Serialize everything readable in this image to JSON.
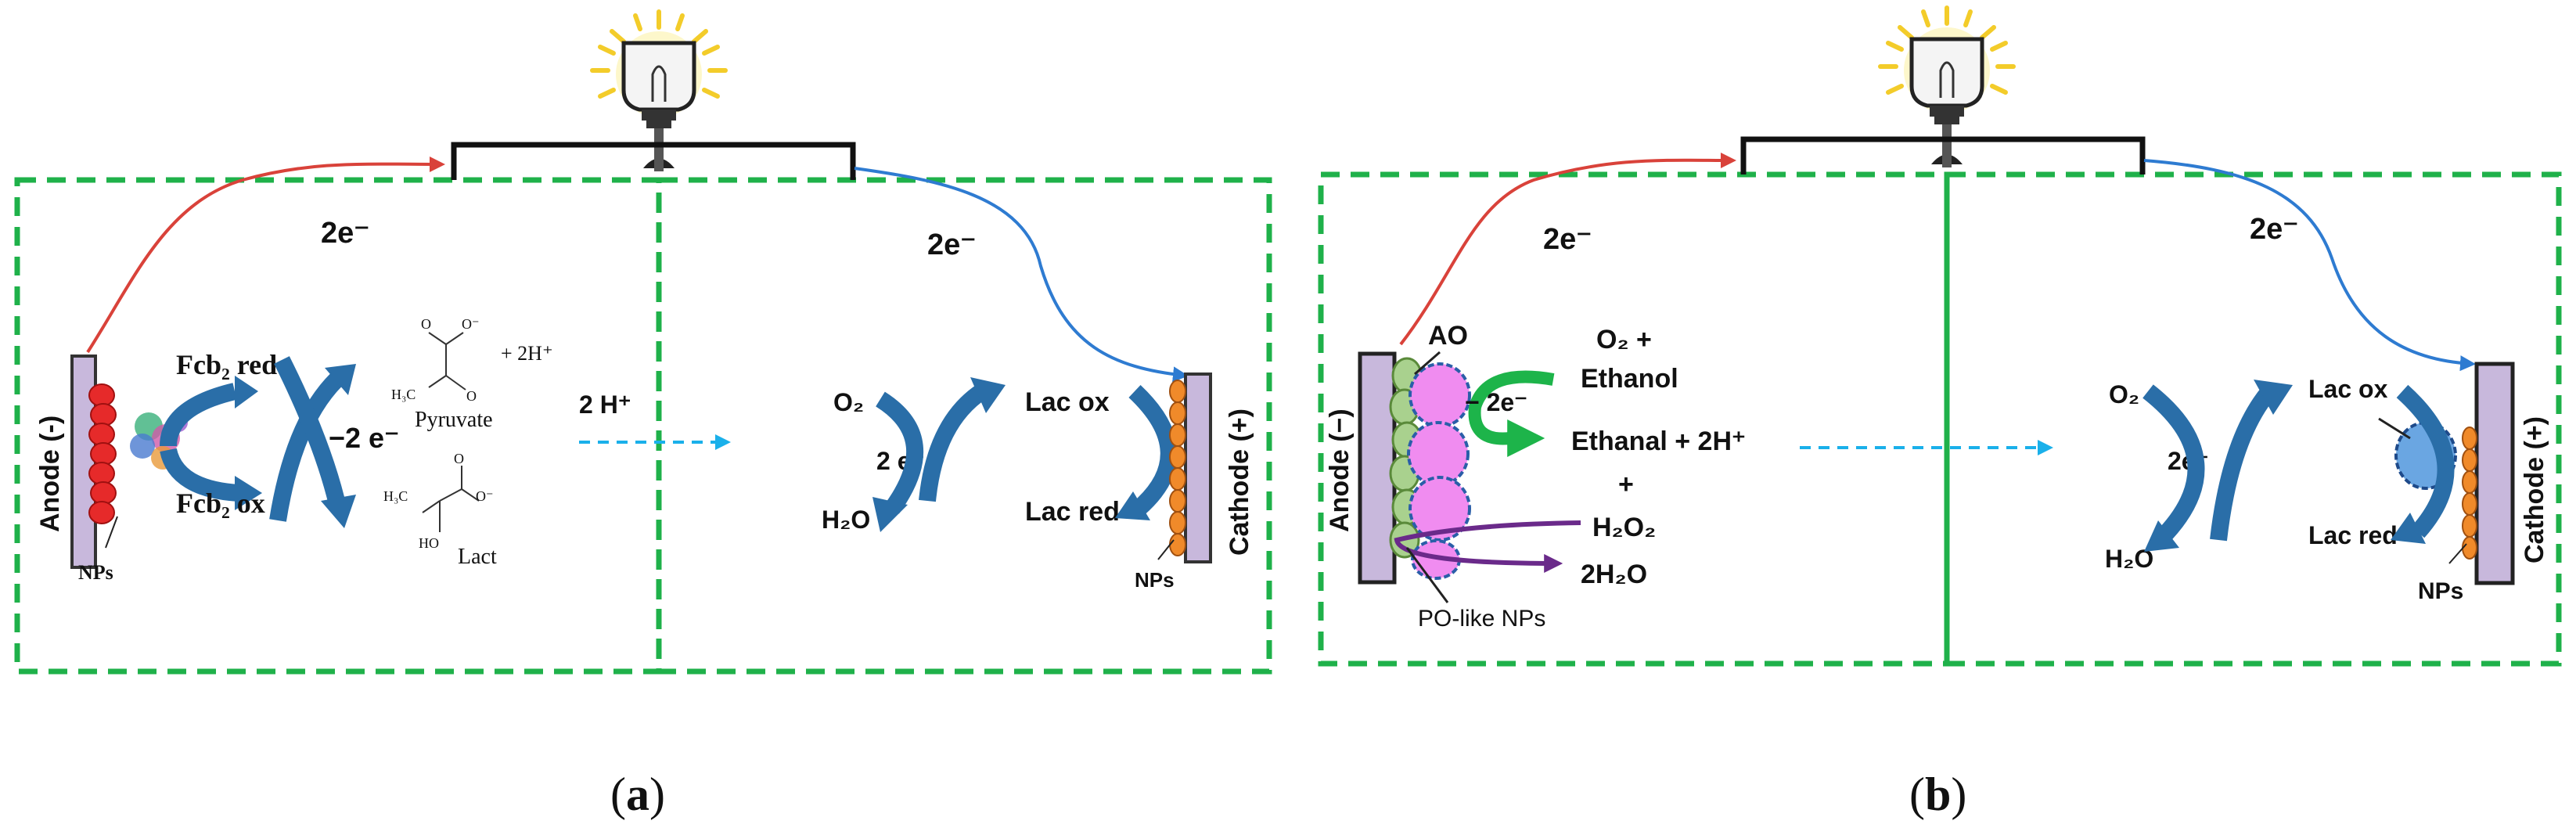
{
  "panel_a": {
    "caption_open": "(",
    "caption_letter": "a",
    "caption_close": ")",
    "anode_label": "Anode (-)",
    "cathode_label": "Cathode (+)",
    "electrons_anode": "2e⁻",
    "electrons_cathode": "2e⁻",
    "fcb2_red": "Fcb₂ red",
    "fcb2_ox": "Fcb₂ ox",
    "minus_2e": "−2 e⁻",
    "pyruvate": "Pyruvate",
    "plus_2h": "+ 2H⁺",
    "lact": "Lact",
    "proton_transfer": "2 H⁺",
    "o2": "O₂",
    "h2o": "H₂O",
    "two_e_center": "2 e⁻",
    "lac_ox": "Lac ox",
    "lac_red": "Lac red",
    "nps_anode": "NPs",
    "nps_cathode": "NPs",
    "chem_h3c": "H₃C",
    "chem_ho": "HO",
    "chem_o": "O",
    "chem_o_minus": "O⁻"
  },
  "panel_b": {
    "caption_open": "(",
    "caption_letter": "b",
    "caption_close": ")",
    "anode_label": "Anode (−)",
    "cathode_label": "Cathode (+)",
    "electrons_anode": "2e⁻",
    "electrons_cathode": "2e⁻",
    "ao": "AO",
    "o2_plus": "O₂ +",
    "ethanol": "Ethanol",
    "minus_2e": "− 2e⁻",
    "ethanal_line": "Ethanal  +  2H⁺",
    "plus": "+",
    "h2o2": "H₂O₂",
    "two_h2o": "2H₂O",
    "po_like_nps": "PO-like NPs",
    "o2": "O₂",
    "two_e_center": "2e⁻",
    "h2o": "H₂O",
    "lac_ox": "Lac ox",
    "lac_red": "Lac red",
    "nps": "NPs"
  },
  "colors": {
    "frame_dash": "#1fb14a",
    "anode_text": "#e8312f",
    "cathode_text": "#7a3fa0",
    "wire_red": "#d9423a",
    "wire_blue": "#2e7bd1",
    "proton_arrow": "#1ab0ea",
    "cycle_arrow": "#2a6ea8",
    "electrode_fill": "#c8b8dc",
    "green_arrow": "#1db44a",
    "purple_arrow": "#6a2a8a",
    "pink_np": "#f08cf0",
    "green_np": "#a9d18e",
    "orange_np": "#f08a2a",
    "blue_np": "#6aa6e2"
  },
  "icons": [
    "light-bulb-icon",
    "enzyme-cluster-icon"
  ]
}
